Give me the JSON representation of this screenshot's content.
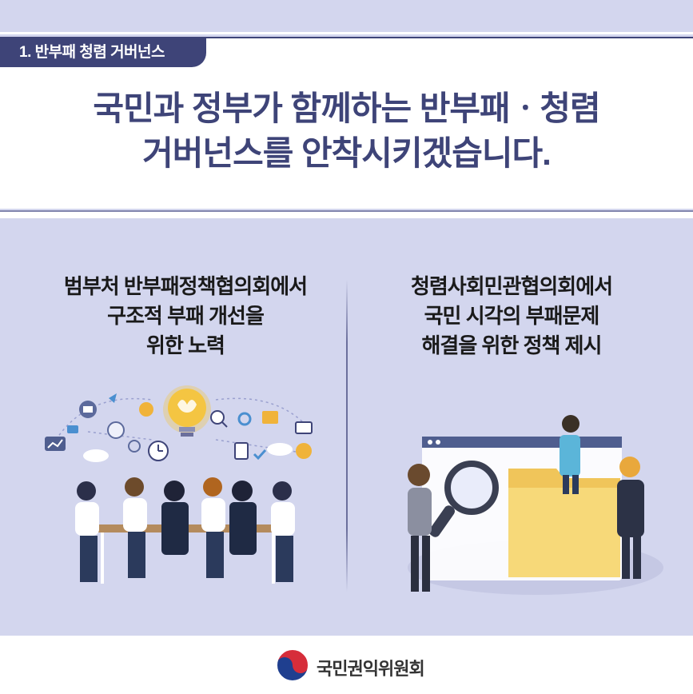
{
  "tag": {
    "label": "1. 반부패 청렴 거버넌스"
  },
  "headline": {
    "line1": "국민과 정부가 함께하는 반부패ㆍ청렴",
    "line2": "거버넌스를 안착시키겠습니다."
  },
  "left_column": {
    "lines": [
      "범부처 반부패정책협의회에서",
      "구조적 부패 개선을",
      "위한 노력"
    ],
    "illustration_icon": "meeting-lightbulb-icon"
  },
  "right_column": {
    "lines": [
      "청렴사회민관협의회에서",
      "국민 시각의 부패문제",
      "해결을 위한 정책 제시"
    ],
    "illustration_icon": "magnifier-folder-icon"
  },
  "footer": {
    "org_name": "국민권익위원회",
    "logo_icon": "taegeuk-icon"
  },
  "colors": {
    "navy": "#3e4478",
    "panel_bg": "#d3d6ee",
    "lightbulb": "#f4c542",
    "folder": "#f7d979"
  }
}
